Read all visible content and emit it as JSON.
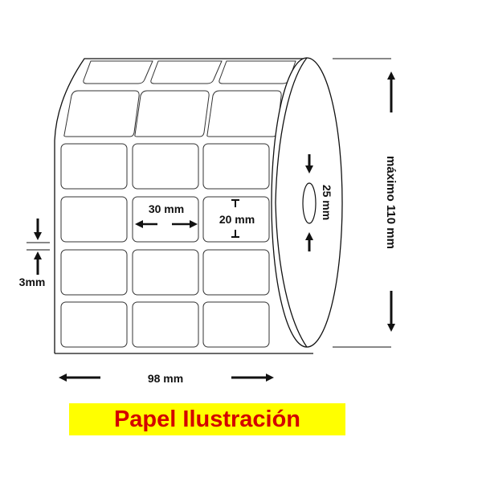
{
  "diagram": {
    "subject": "label-roll",
    "labels_across": 3,
    "dimensions": {
      "label_width": "30 mm",
      "label_height": "20 mm",
      "label_gap": "3mm",
      "roll_width": "98 mm",
      "core_diameter": "25 mm",
      "max_diameter": "máximo 110 mm"
    },
    "colors": {
      "line": "#111111",
      "banner_bg": "#ffff00",
      "banner_text": "#d40000"
    }
  },
  "banner": {
    "text": "Papel Ilustración"
  }
}
